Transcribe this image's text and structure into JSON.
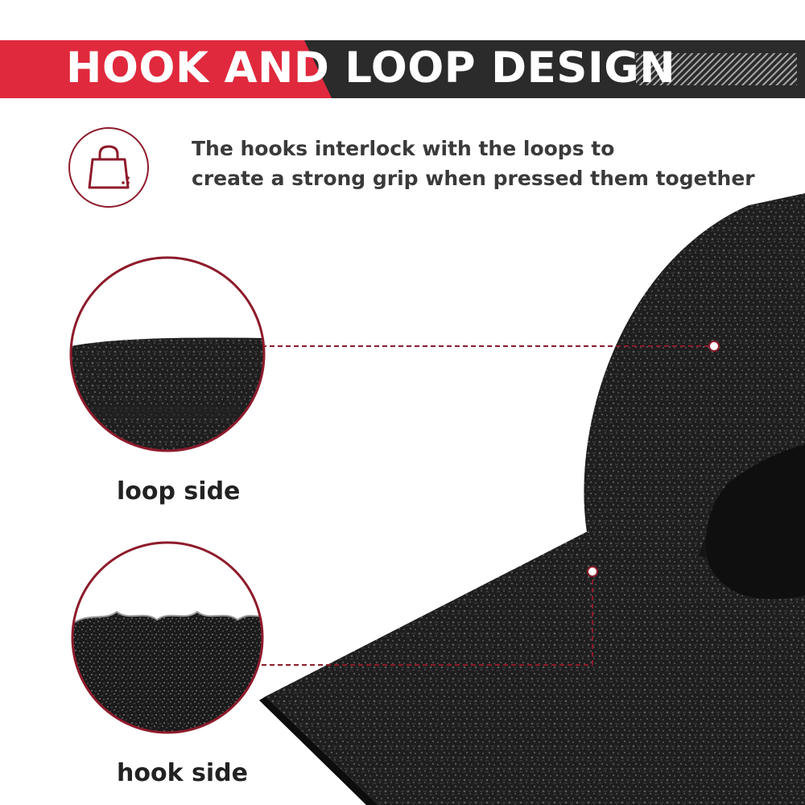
{
  "header": {
    "title": "HOOK AND LOOP DESIGN"
  },
  "description": {
    "line1": "The hooks interlock with the loops to",
    "line2": "create a strong grip when pressed them together"
  },
  "callouts": {
    "loop_label": "loop side",
    "hook_label": "hook side"
  },
  "colors": {
    "accent_red": "#e0293d",
    "banner_dark": "#2b2b2b",
    "circle_ring": "#8e1b2b",
    "tape_black": "#1c1c1c",
    "label_text": "#222222"
  },
  "icons": {
    "feature_icon": "shopping-bag-icon"
  }
}
